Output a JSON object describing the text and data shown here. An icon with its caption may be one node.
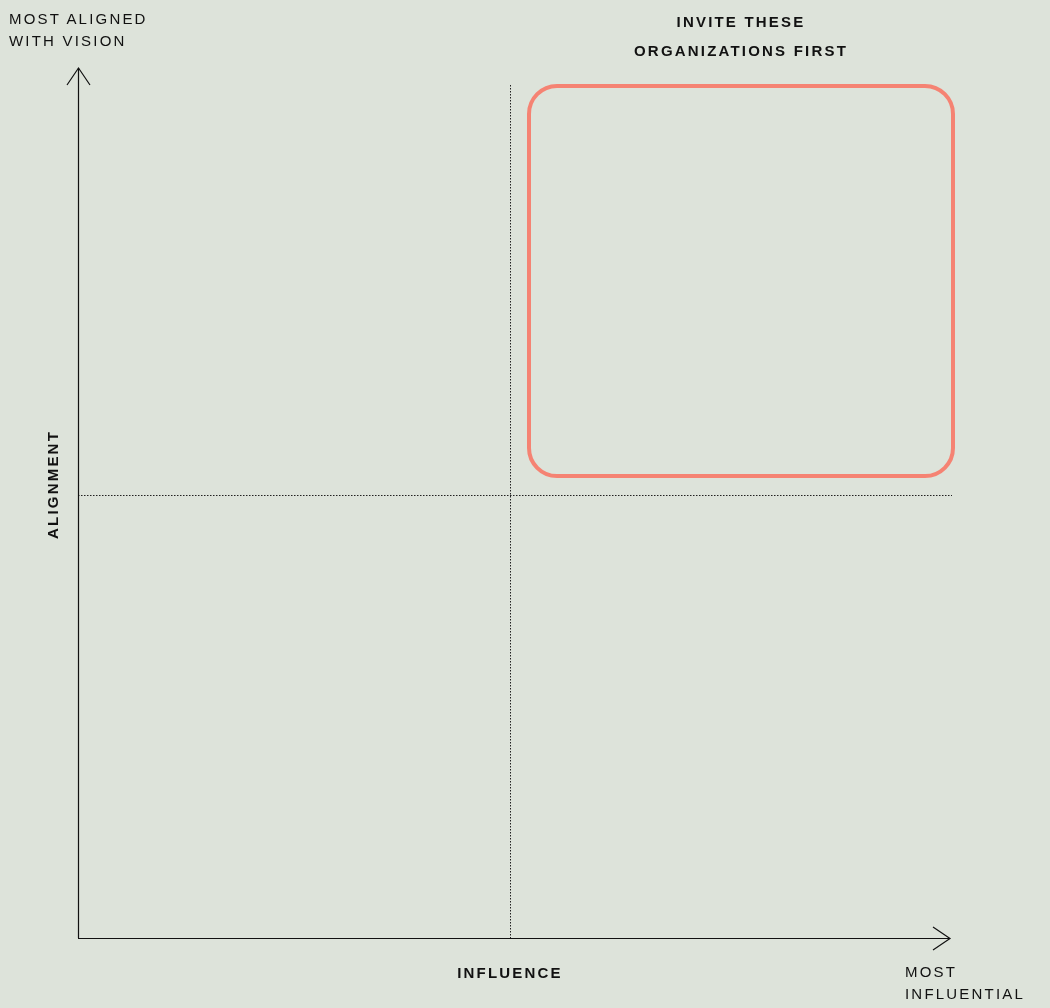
{
  "diagram": {
    "nodes": [
      {
        "text": [
          "INVITE THESE ORGANIZATIONS FIRST"
        ]
      }
    ],
    "labels": [
      "MOST ALIGNED WITH VISION",
      "ALIGNMENT",
      "INFLUENCE",
      "MOST INFLUENTIAL"
    ]
  }
}
